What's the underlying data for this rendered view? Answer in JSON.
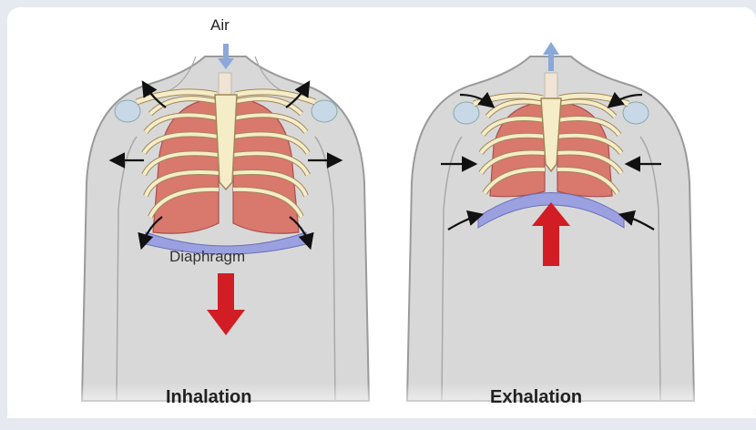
{
  "labels": {
    "air": "Air",
    "diaphragm": "Diaphragm",
    "inhalation": "Inhalation",
    "exhalation": "Exhalation"
  },
  "colors": {
    "background": "#e6e9f0",
    "panel": "#ffffff",
    "body_fill": "#d6d6d6",
    "body_outline": "#9a9a9a",
    "lung": "#d9786c",
    "rib": "#f5ecc8",
    "rib_outline": "#a08858",
    "diaphragm": "#9aa0e0",
    "air_arrow": "#8aa8d8",
    "movement_arrow": "#d21d24",
    "rib_motion_arrow": "#111111"
  },
  "figures": [
    {
      "name": "inhalation",
      "rib_cage": "expanded",
      "diaphragm_motion": "down",
      "airflow": "in"
    },
    {
      "name": "exhalation",
      "rib_cage": "contracted",
      "diaphragm_motion": "up",
      "airflow": "out"
    }
  ],
  "icons": [
    "air-in-arrow-icon",
    "air-out-arrow-icon",
    "diaphragm-down-arrow-icon",
    "diaphragm-up-arrow-icon",
    "rib-motion-arrow-icon"
  ]
}
